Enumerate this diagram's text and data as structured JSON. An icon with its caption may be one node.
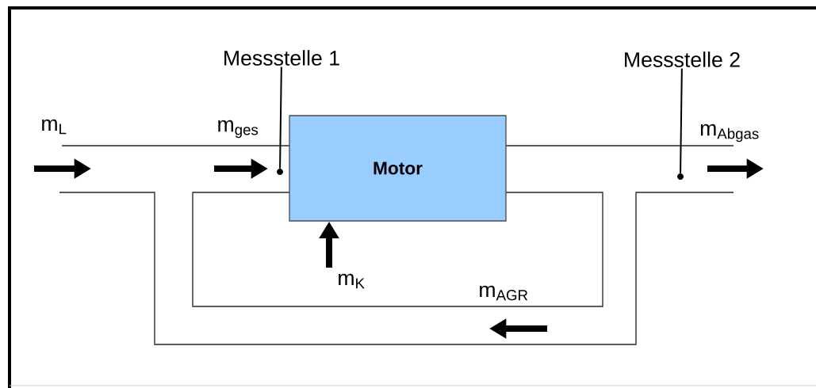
{
  "diagram": {
    "nodes": [
      {
        "text": [
          "Motor"
        ]
      },
      {
        "text": [
          "Messstelle 1"
        ]
      },
      {
        "text": [],
        "shape": "circle"
      },
      {
        "text": [
          "Messstelle 2"
        ]
      },
      {
        "text": [],
        "shape": "circle"
      }
    ],
    "edges": [
      {
        "from": 1,
        "to": 2,
        "arrow": "none"
      },
      {
        "from": 3,
        "to": 4,
        "arrow": "none"
      },
      {
        "from": null,
        "to": 0,
        "arrow": "to",
        "style": "thick"
      }
    ],
    "labels": [
      "m$_{L}$",
      "m$_{ges}$",
      "m$_{Abgas}$",
      "m$_{K}$",
      "m$_{AGR}$"
    ]
  }
}
